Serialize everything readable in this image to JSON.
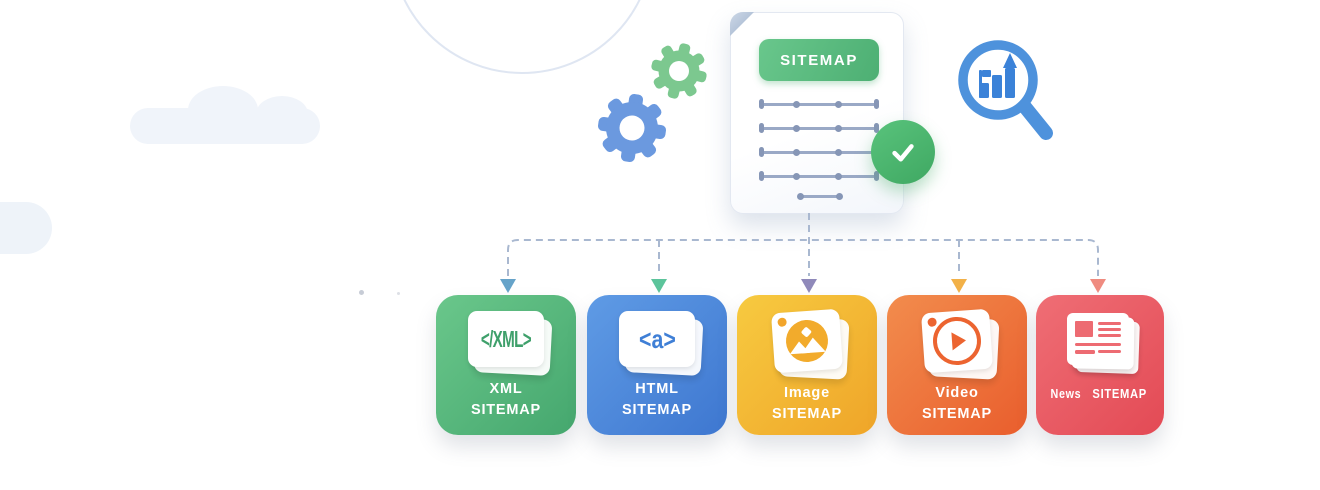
{
  "scene": {
    "description_badge": "SITEMAP",
    "colors": {
      "background": "#ffffff",
      "dashed_line": "#a9b8d0",
      "doc_badge_green": "#4daf73",
      "check_green": "#3fa862",
      "gear_blue": "#6b99df",
      "gear_green": "#7cc88f",
      "magnifier_blue": "#4e92dc"
    }
  },
  "document": {
    "badge_label": "SITEMAP",
    "icons": [
      "page-fold-icon",
      "list-grid-rows-icon",
      "check-circle-icon"
    ]
  },
  "decorations": {
    "icons": [
      "gear-icon-blue",
      "gear-icon-green",
      "magnifier-chart-icon",
      "cloud-shape",
      "circle-arc"
    ]
  },
  "cards": [
    {
      "id": "xml",
      "line1": "XML",
      "line2": "SITEMAP",
      "icon": "xml-code-card-icon",
      "icon_text": "</XML>",
      "color_from": "#6ac78b",
      "color_to": "#45a76e",
      "arrow_color": "#66a3c9"
    },
    {
      "id": "html",
      "line1": "HTML",
      "line2": "SITEMAP",
      "icon": "html-code-card-icon",
      "icon_text": "<a>",
      "color_from": "#5f9be5",
      "color_to": "#3e77d0",
      "arrow_color": "#5cc49b"
    },
    {
      "id": "image",
      "line1": "Image",
      "line2": "SITEMAP",
      "icon": "image-photo-card-icon",
      "color_from": "#f7ca40",
      "color_to": "#efa529",
      "arrow_color": "#8f89ba"
    },
    {
      "id": "video",
      "line1": "Video",
      "line2": "SITEMAP",
      "icon": "video-play-card-icon",
      "color_from": "#f28c4d",
      "color_to": "#e95e2d",
      "arrow_color": "#f2b148"
    },
    {
      "id": "news",
      "line1": "News",
      "line2": "SITEMAP",
      "icon": "news-newspaper-icon",
      "color_from": "#ef6e75",
      "color_to": "#e34a55",
      "arrow_color": "#ef8b80"
    }
  ]
}
